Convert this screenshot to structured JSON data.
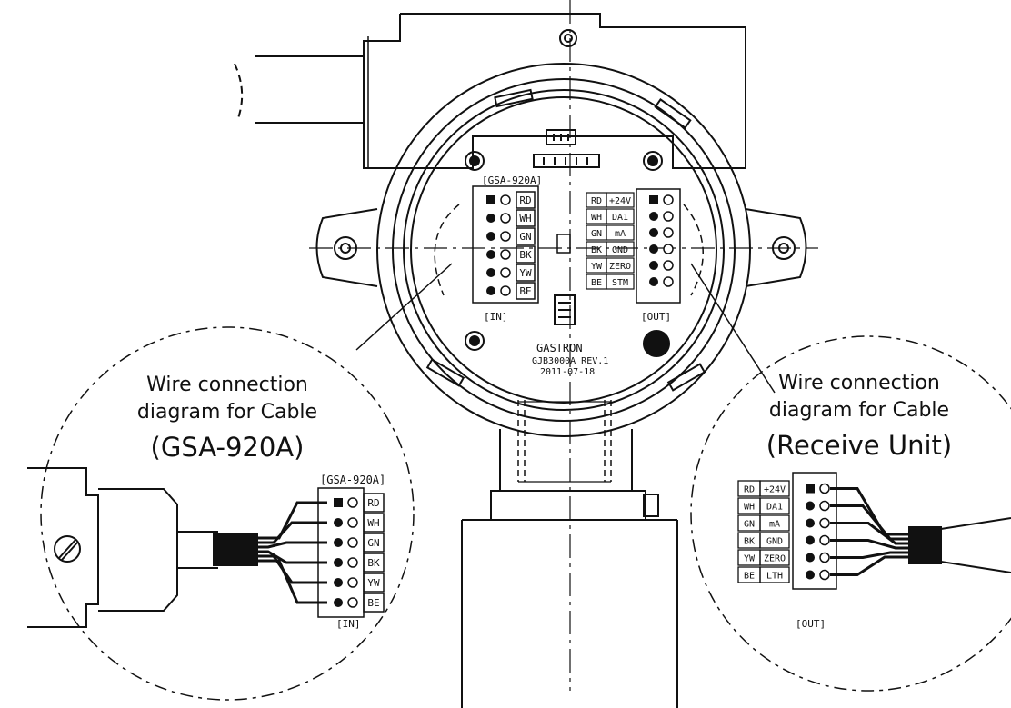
{
  "left_callout": {
    "caption_line1": "Wire connection",
    "caption_line2": "diagram for Cable",
    "caption_model": "(GSA-920A)",
    "block_title": "[GSA-920A]",
    "block_footer": "[IN]",
    "wire_labels": [
      "RD",
      "WH",
      "GN",
      "BK",
      "YW",
      "BE"
    ]
  },
  "right_callout": {
    "caption_line1": "Wire connection",
    "caption_line2": "diagram for Cable",
    "caption_model": "(Receive Unit)",
    "block_footer": "[OUT]",
    "rows": [
      {
        "color": "RD",
        "signal": "+24V"
      },
      {
        "color": "WH",
        "signal": "DA1"
      },
      {
        "color": "GN",
        "signal": "mA"
      },
      {
        "color": "BK",
        "signal": "GND"
      },
      {
        "color": "YW",
        "signal": "ZERO"
      },
      {
        "color": "BE",
        "signal": "LTH"
      }
    ]
  },
  "board": {
    "in_header": "[GSA-920A]",
    "in_footer": "[IN]",
    "in_labels": [
      "RD",
      "WH",
      "GN",
      "BK",
      "YW",
      "BE"
    ],
    "out_footer": "[OUT]",
    "out_rows": [
      {
        "color": "RD",
        "signal": "+24V"
      },
      {
        "color": "WH",
        "signal": "DA1"
      },
      {
        "color": "GN",
        "signal": "mA"
      },
      {
        "color": "BK",
        "signal": "GND"
      },
      {
        "color": "YW",
        "signal": "ZERO"
      },
      {
        "color": "BE",
        "signal": "STM"
      }
    ],
    "maker": "GASTRON",
    "board_id": "GJB3000A REV.1",
    "date": "2011-07-18"
  }
}
